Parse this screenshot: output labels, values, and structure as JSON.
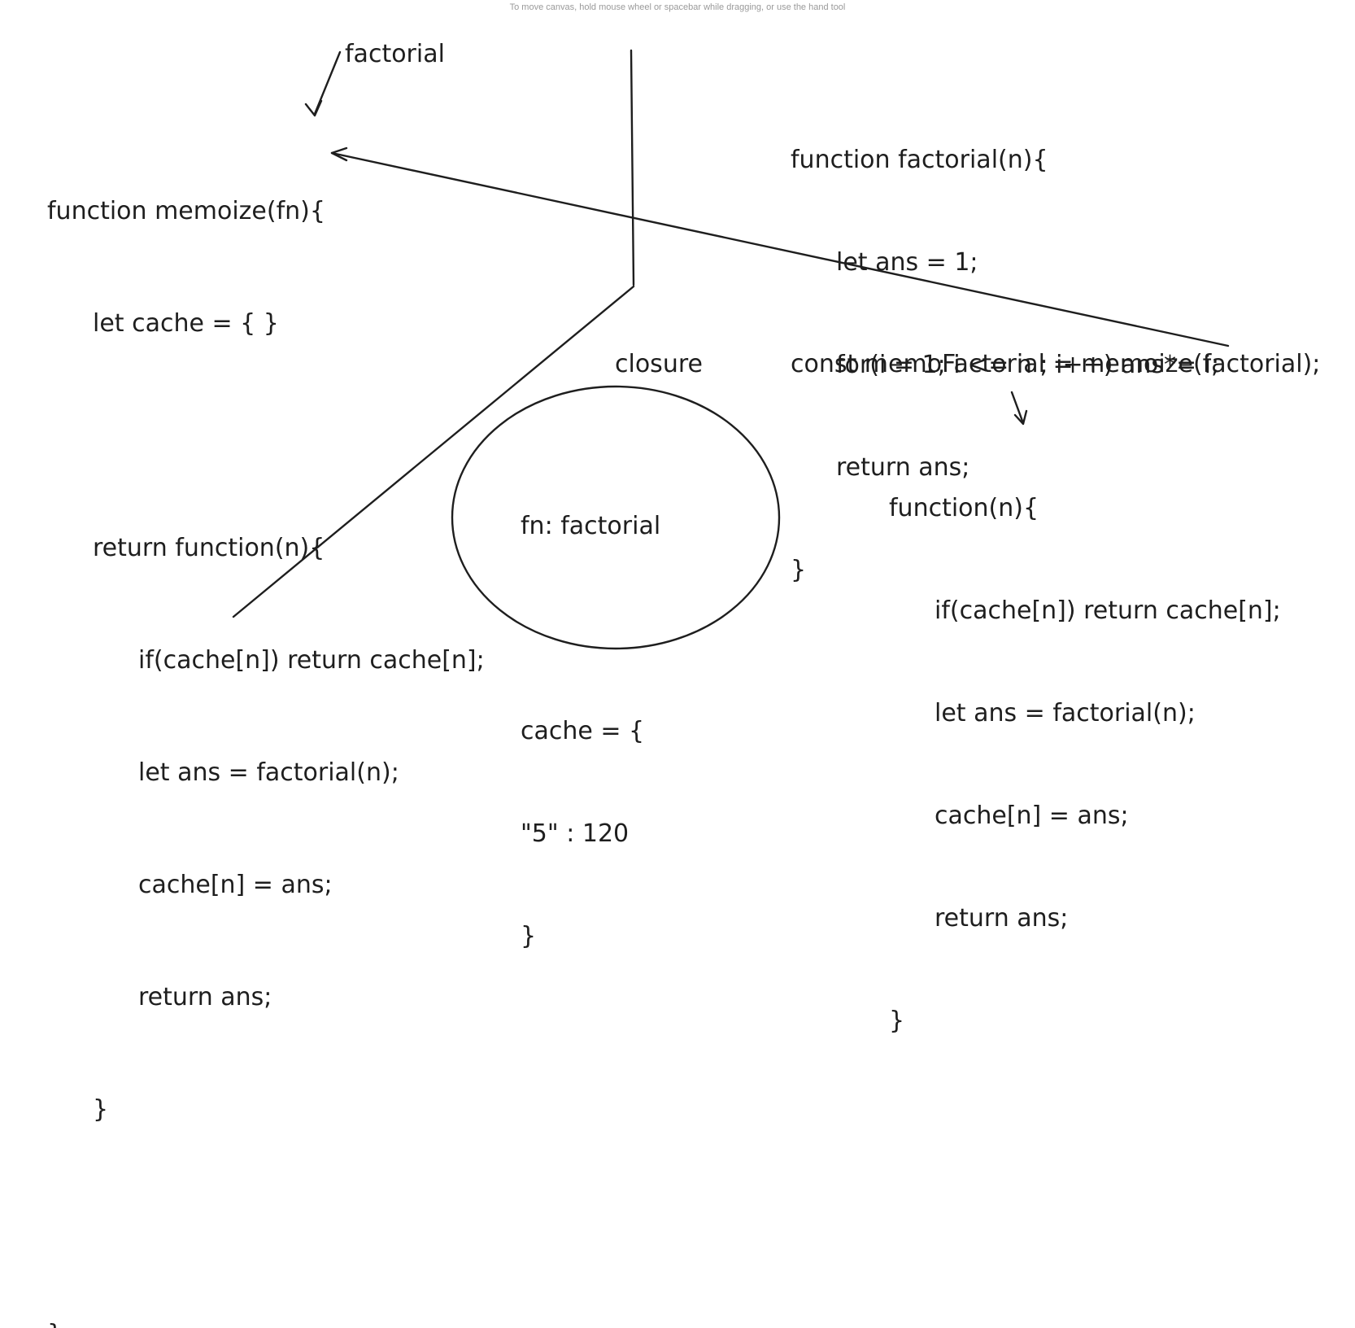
{
  "canvas_hint": "To move canvas, hold mouse wheel or spacebar while dragging, or use the hand tool",
  "annotations": {
    "factorial_label": "factorial",
    "closure_label": "closure"
  },
  "memoize_code": {
    "l1": "function memoize(fn){",
    "l2": "let cache = { }",
    "l3": "return function(n){",
    "l4": "if(cache[n]) return cache[n];",
    "l5": "let ans = factorial(n);",
    "l6": "cache[n] = ans;",
    "l7": "return ans;",
    "l8": "}",
    "l9": "}"
  },
  "factorial_code": {
    "l1": "function factorial(n){",
    "l2": "let ans = 1;",
    "l3": "for(i = 1; i <= n ; i++) ans*= i;",
    "l4": "return ans;",
    "l5": "}"
  },
  "memo_call": "const memoFactorial = memoize(factorial);",
  "returned_function_code": {
    "l1": "function(n){",
    "l2": "if(cache[n]) return cache[n];",
    "l3": "let ans = factorial(n);",
    "l4": "cache[n] = ans;",
    "l5": "return ans;",
    "l6": "}"
  },
  "closure_contents": {
    "l1": "fn: factorial",
    "l2": "cache = {",
    "l3": "\"5\" : 120",
    "l4": "}"
  },
  "colors": {
    "ink": "#1e1e1e",
    "background": "#ffffff",
    "hint": "#9a9a9a"
  }
}
